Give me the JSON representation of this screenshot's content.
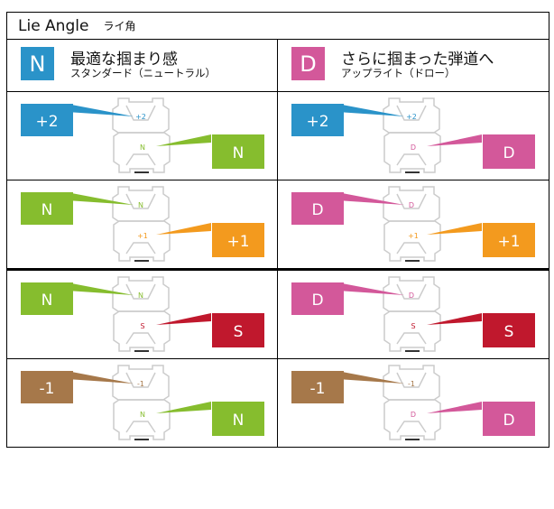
{
  "title": {
    "en": "Lie Angle",
    "jp": "ライ角"
  },
  "columns": [
    {
      "badge": "N",
      "color": "#2a93c9",
      "heading": "最適な掴まり感",
      "sub": "スタンダード（ニュートラル）"
    },
    {
      "badge": "D",
      "color": "#d3589a",
      "heading": "さらに掴まった弾道へ",
      "sub": "アップライト（ドロー）"
    }
  ],
  "rows": [
    [
      {
        "top": "+2",
        "topColor": "#2a93c9",
        "bottom": "N",
        "bottomColor": "#86bd2e"
      },
      {
        "top": "+2",
        "topColor": "#2a93c9",
        "bottom": "D",
        "bottomColor": "#d3589a"
      }
    ],
    [
      {
        "top": "N",
        "topColor": "#86bd2e",
        "bottom": "+1",
        "bottomColor": "#f39a1e"
      },
      {
        "top": "D",
        "topColor": "#d3589a",
        "bottom": "+1",
        "bottomColor": "#f39a1e"
      }
    ],
    [
      {
        "top": "N",
        "topColor": "#86bd2e",
        "bottom": "S",
        "bottomColor": "#c0182d"
      },
      {
        "top": "D",
        "topColor": "#d3589a",
        "bottom": "S",
        "bottomColor": "#c0182d"
      }
    ],
    [
      {
        "top": "-1",
        "topColor": "#a6784a",
        "bottom": "N",
        "bottomColor": "#86bd2e"
      },
      {
        "top": "-1",
        "topColor": "#a6784a",
        "bottom": "D",
        "bottomColor": "#d3589a"
      }
    ]
  ]
}
